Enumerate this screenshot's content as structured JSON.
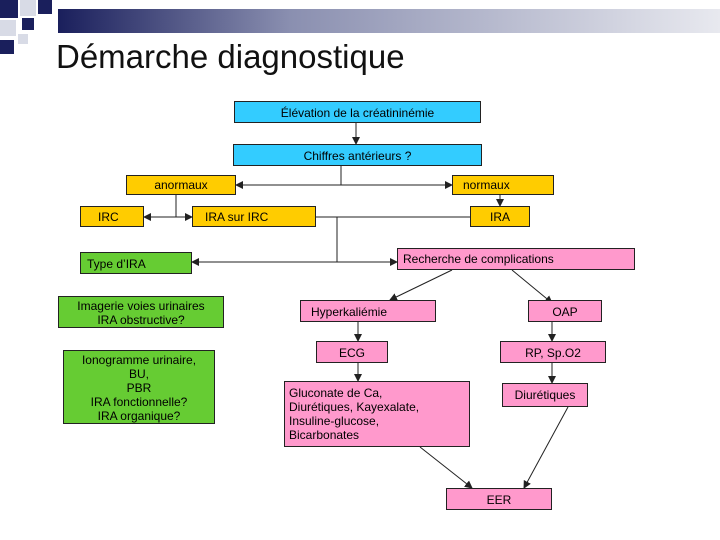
{
  "title": "Démarche diagnostique",
  "colors": {
    "blue": "#33ccff",
    "yellow": "#ffcc00",
    "pink": "#ff99cc",
    "green": "#66cc33",
    "deco_navy": "#1a1f5c"
  },
  "nodes": {
    "elevation": "Élévation de la créatininémie",
    "chiffres": "Chiffres antérieurs ?",
    "anormaux": "anormaux",
    "normaux": "normaux",
    "irc": "IRC",
    "ira_sur_irc": "IRA sur IRC",
    "ira": "IRA",
    "recherche": "Recherche de complications",
    "type_ira": "Type d’IRA",
    "imagerie": [
      "Imagerie voies urinaires",
      "IRA obstructive?"
    ],
    "ionogramme": [
      "Ionogramme urinaire,",
      "BU,",
      "PBR",
      "IRA fonctionnelle?",
      "IRA organique?"
    ],
    "hyperkaliemie": "Hyperkaliémie",
    "oap": "OAP",
    "ecg": "ECG",
    "rp": "RP, Sp.O2",
    "gluconate": [
      "Gluconate de Ca,",
      "Diurétiques, Kayexalate,",
      "Insuline-glucose,",
      "Bicarbonates"
    ],
    "diuretiques": "Diurétiques",
    "eer": "EER"
  }
}
